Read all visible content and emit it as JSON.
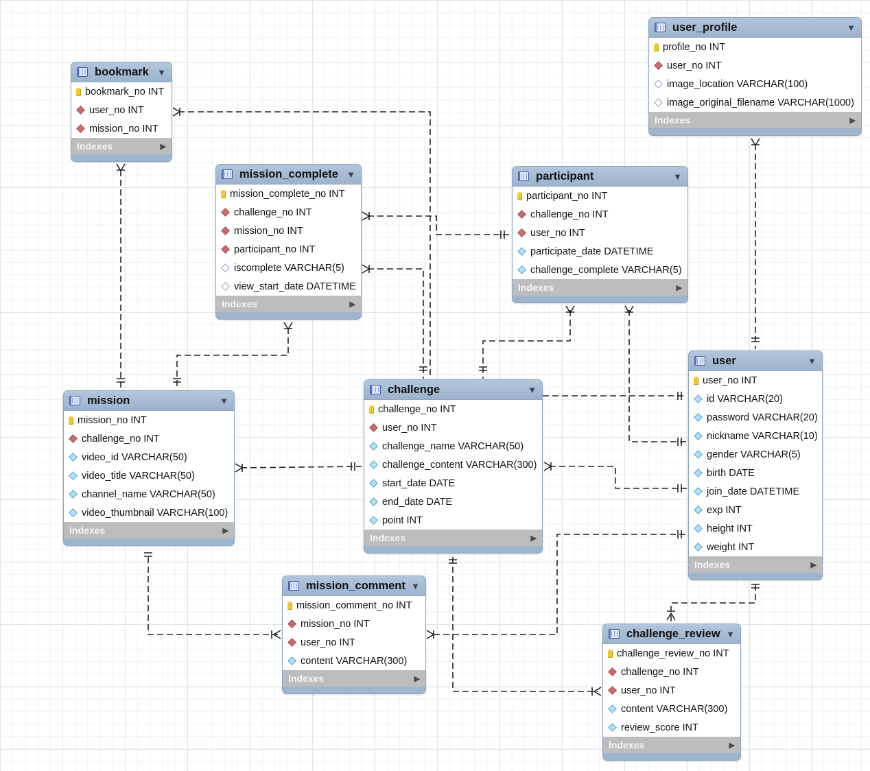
{
  "tables": {
    "user_profile": {
      "name": "user_profile",
      "indexes_label": "Indexes",
      "columns": [
        {
          "text": "profile_no INT",
          "icon": "primary-key-icon"
        },
        {
          "text": "user_no INT",
          "icon": "foreign-key-icon"
        },
        {
          "text": "image_location VARCHAR(100)",
          "icon": "nullable-column-icon"
        },
        {
          "text": "image_original_filename VARCHAR(1000)",
          "icon": "nullable-column-icon"
        }
      ]
    },
    "bookmark": {
      "name": "bookmark",
      "indexes_label": "Indexes",
      "columns": [
        {
          "text": "bookmark_no INT",
          "icon": "primary-key-icon"
        },
        {
          "text": "user_no INT",
          "icon": "foreign-key-icon"
        },
        {
          "text": "mission_no INT",
          "icon": "foreign-key-icon"
        }
      ]
    },
    "mission_complete": {
      "name": "mission_complete",
      "indexes_label": "Indexes",
      "columns": [
        {
          "text": "mission_complete_no INT",
          "icon": "primary-key-icon"
        },
        {
          "text": "challenge_no INT",
          "icon": "foreign-key-icon"
        },
        {
          "text": "mission_no INT",
          "icon": "foreign-key-icon"
        },
        {
          "text": "participant_no INT",
          "icon": "foreign-key-icon"
        },
        {
          "text": "iscomplete VARCHAR(5)",
          "icon": "nullable-column-icon"
        },
        {
          "text": "view_start_date DATETIME",
          "icon": "nullable-column-icon"
        }
      ]
    },
    "participant": {
      "name": "participant",
      "indexes_label": "Indexes",
      "columns": [
        {
          "text": "participant_no INT",
          "icon": "primary-key-icon"
        },
        {
          "text": "challenge_no INT",
          "icon": "foreign-key-icon"
        },
        {
          "text": "user_no INT",
          "icon": "foreign-key-icon"
        },
        {
          "text": "participate_date DATETIME",
          "icon": "not-null-column-icon"
        },
        {
          "text": "challenge_complete VARCHAR(5)",
          "icon": "not-null-column-icon"
        }
      ]
    },
    "user": {
      "name": "user",
      "indexes_label": "Indexes",
      "columns": [
        {
          "text": "user_no INT",
          "icon": "primary-key-icon"
        },
        {
          "text": "id VARCHAR(20)",
          "icon": "not-null-column-icon"
        },
        {
          "text": "password VARCHAR(20)",
          "icon": "not-null-column-icon"
        },
        {
          "text": "nickname VARCHAR(10)",
          "icon": "not-null-column-icon"
        },
        {
          "text": "gender VARCHAR(5)",
          "icon": "not-null-column-icon"
        },
        {
          "text": "birth DATE",
          "icon": "not-null-column-icon"
        },
        {
          "text": "join_date DATETIME",
          "icon": "not-null-column-icon"
        },
        {
          "text": "exp INT",
          "icon": "not-null-column-icon"
        },
        {
          "text": "height INT",
          "icon": "not-null-column-icon"
        },
        {
          "text": "weight INT",
          "icon": "not-null-column-icon"
        }
      ]
    },
    "mission": {
      "name": "mission",
      "indexes_label": "Indexes",
      "columns": [
        {
          "text": "mission_no INT",
          "icon": "primary-key-icon"
        },
        {
          "text": "challenge_no INT",
          "icon": "foreign-key-icon"
        },
        {
          "text": "video_id VARCHAR(50)",
          "icon": "not-null-column-icon"
        },
        {
          "text": "video_title VARCHAR(50)",
          "icon": "not-null-column-icon"
        },
        {
          "text": "channel_name VARCHAR(50)",
          "icon": "not-null-column-icon"
        },
        {
          "text": "video_thumbnail VARCHAR(100)",
          "icon": "not-null-column-icon"
        }
      ]
    },
    "challenge": {
      "name": "challenge",
      "indexes_label": "Indexes",
      "columns": [
        {
          "text": "challenge_no INT",
          "icon": "primary-key-icon"
        },
        {
          "text": "user_no INT",
          "icon": "foreign-key-icon"
        },
        {
          "text": "challenge_name VARCHAR(50)",
          "icon": "not-null-column-icon"
        },
        {
          "text": "challenge_content VARCHAR(300)",
          "icon": "not-null-column-icon"
        },
        {
          "text": "start_date DATE",
          "icon": "not-null-column-icon"
        },
        {
          "text": "end_date DATE",
          "icon": "not-null-column-icon"
        },
        {
          "text": "point INT",
          "icon": "not-null-column-icon"
        }
      ]
    },
    "mission_comment": {
      "name": "mission_comment",
      "indexes_label": "Indexes",
      "columns": [
        {
          "text": "mission_comment_no INT",
          "icon": "primary-key-icon"
        },
        {
          "text": "mission_no INT",
          "icon": "foreign-key-icon"
        },
        {
          "text": "user_no INT",
          "icon": "foreign-key-icon"
        },
        {
          "text": "content VARCHAR(300)",
          "icon": "not-null-column-icon"
        }
      ]
    },
    "challenge_review": {
      "name": "challenge_review",
      "indexes_label": "Indexes",
      "columns": [
        {
          "text": "challenge_review_no INT",
          "icon": "primary-key-icon"
        },
        {
          "text": "challenge_no INT",
          "icon": "foreign-key-icon"
        },
        {
          "text": "user_no INT",
          "icon": "foreign-key-icon"
        },
        {
          "text": "content VARCHAR(300)",
          "icon": "not-null-column-icon"
        },
        {
          "text": "review_score INT",
          "icon": "not-null-column-icon"
        }
      ]
    }
  }
}
